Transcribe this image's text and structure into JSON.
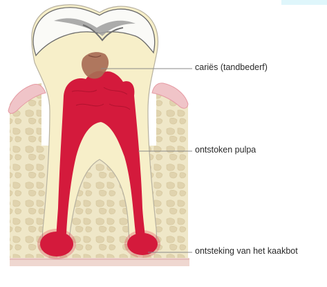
{
  "labels": {
    "caries": "cariës (tandbederf)",
    "pulpa": "ontstoken pulpa",
    "kaakbot": "ontsteking van het kaakbot"
  },
  "colors": {
    "background": "#ffffff",
    "bone": "#efe7c8",
    "bone_cells": "#e2d6b4",
    "gum": "#f0c4c8",
    "enamel_gray": "#a9a9a9",
    "dentin": "#f7efc9",
    "pulp_red": "#d41a3c",
    "caries_brown": "#a86c55",
    "pointer_line": "#888888"
  },
  "icons": {
    "top_right_mark": "cyan-tab"
  }
}
